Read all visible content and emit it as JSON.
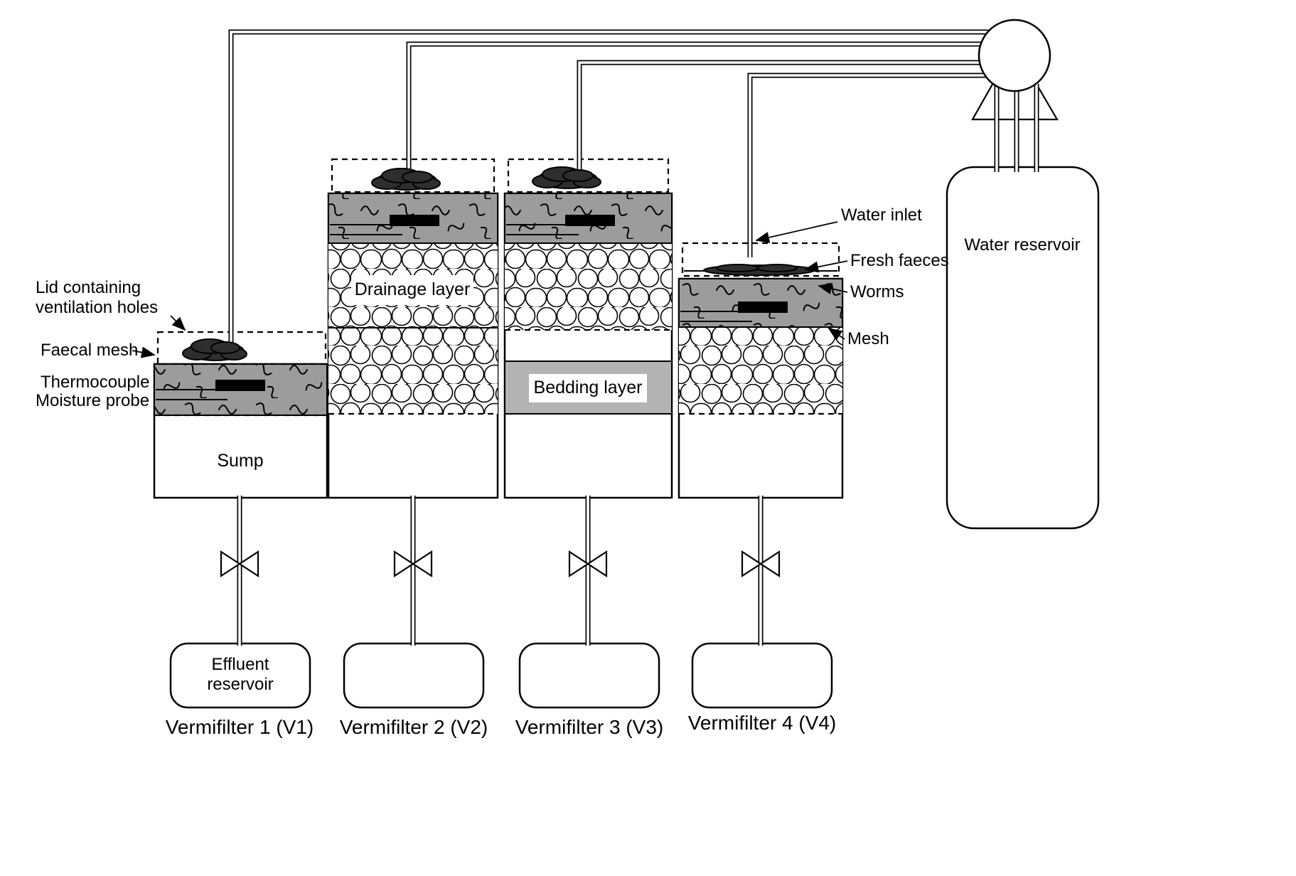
{
  "diagram": {
    "left_labels": {
      "lid_line1": "Lid containing",
      "lid_line2": "ventilation holes",
      "faecal_mesh": "Faecal mesh",
      "thermocouple": "Thermocouple",
      "moisture_probe": "Moisture probe"
    },
    "right_labels": {
      "water_inlet": "Water inlet",
      "fresh_faeces": "Fresh faeces",
      "worms": "Worms",
      "mesh": "Mesh",
      "water_reservoir": "Water reservoir"
    },
    "layer_labels": {
      "sump": "Sump",
      "drainage_layer": "Drainage  layer",
      "bedding_layer": "Bedding layer"
    },
    "effluent": {
      "line1": "Effluent",
      "line2": "reservoir"
    },
    "filters": [
      {
        "label": "Vermifilter 1 (V1)"
      },
      {
        "label": "Vermifilter 2 (V2)"
      },
      {
        "label": "Vermifilter 3 (V3)"
      },
      {
        "label": "Vermifilter 4 (V4)"
      }
    ],
    "icons": {
      "pump": "pump-icon",
      "valve": "valve-icon"
    },
    "colors": {
      "worm_layer_gray": "#9c9c9c",
      "bedding_gray": "#b3b3b3",
      "faeces_dark": "#2e2e2e",
      "line_black": "#000000",
      "background": "#ffffff"
    }
  }
}
